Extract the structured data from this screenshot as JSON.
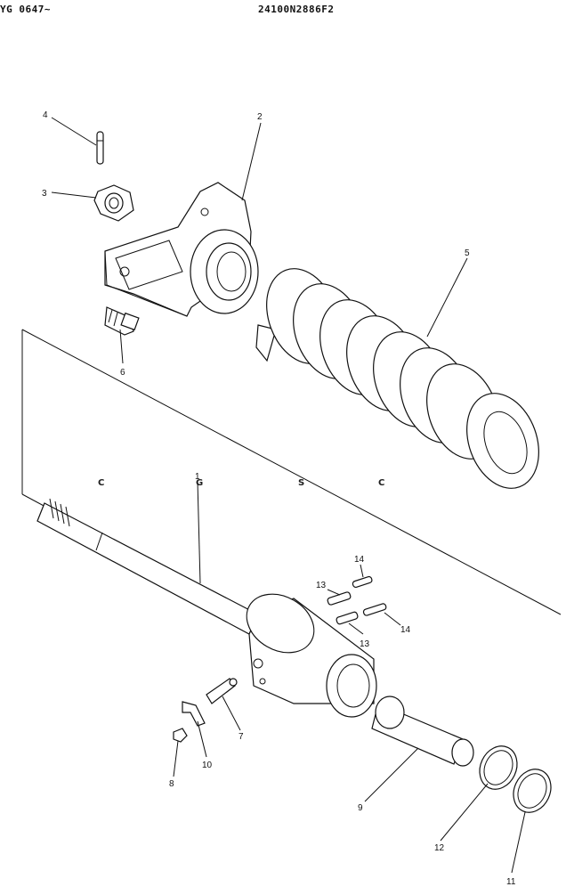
{
  "header": {
    "left_code": "YG 0647~",
    "drawing_number": "24100N2886F2"
  },
  "watermark": {
    "letters": [
      "C",
      "G",
      "S",
      "C"
    ],
    "colors": [
      "#7aaaf5",
      "#ef7b73",
      "#f8d774",
      "#78c39c"
    ]
  },
  "callouts": {
    "c1": "1",
    "c2": "2",
    "c3": "3",
    "c4": "4",
    "c5": "5",
    "c6": "6",
    "c7": "7",
    "c8": "8",
    "c9": "9",
    "c10": "10",
    "c11": "11",
    "c12": "12",
    "c13a": "13",
    "c13b": "13",
    "c14a": "14",
    "c14b": "14"
  }
}
